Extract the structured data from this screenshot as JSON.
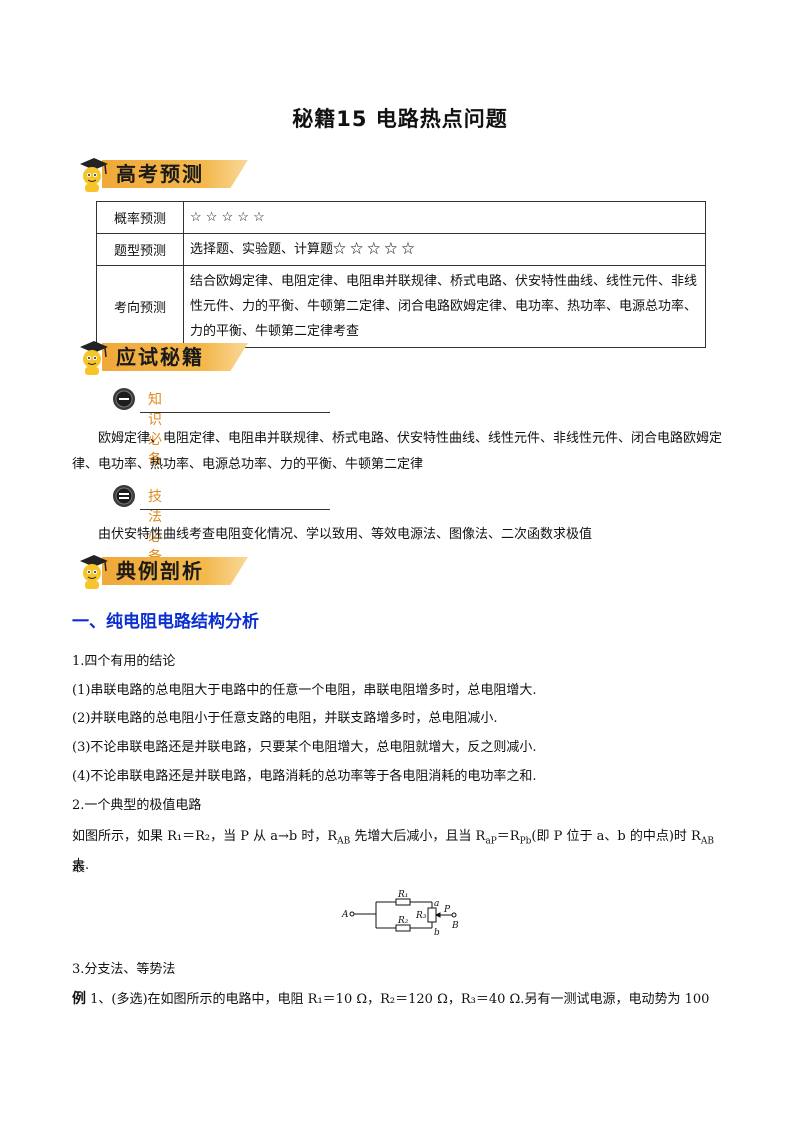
{
  "title": "秘籍15  电路热点问题",
  "banners": {
    "gaokao": "高考预测",
    "yingshi": "应试秘籍",
    "dianli": "典例剖析"
  },
  "prediction_table": {
    "rows": [
      {
        "head": "概率预测",
        "content": "☆ ☆ ☆ ☆ ☆"
      },
      {
        "head": "题型预测",
        "content": "选择题、实验题、计算题☆ ☆ ☆ ☆ ☆"
      },
      {
        "head": "考向预测",
        "content": "结合欧姆定律、电阻定律、电阻串并联规律、桥式电路、伏安特性曲线、线性元件、非线性元件、力的平衡、牛顿第二定律、闭合电路欧姆定律、电功率、热功率、电源总功率、力的平衡、牛顿第二定律考查"
      }
    ]
  },
  "knowledge": {
    "label": "知识必备",
    "text": "欧姆定律、电阻定律、电阻串并联规律、桥式电路、伏安特性曲线、线性元件、非线性元件、闭合电路欧姆定律、电功率、热功率、电源总功率、力的平衡、牛顿第二定律"
  },
  "skills": {
    "label": "技法必备",
    "text": "由伏安特性曲线考查电阻变化情况、学以致用、等效电源法、图像法、二次函数求极值"
  },
  "section1": {
    "heading": "一、纯电阻电路结构分析",
    "l1": "1.四个有用的结论",
    "l2": "(1)串联电路的总电阻大于电路中的任意一个电阻，串联电阻增多时，总电阻增大.",
    "l3": "(2)并联电路的总电阻小于任意支路的电阻，并联支路增多时，总电阻减小.",
    "l4": "(3)不论串联电路还是并联电路，只要某个电阻增大，总电阻就增大，反之则减小.",
    "l5": "(4)不论串联电路还是并联电路，电路消耗的总功率等于各电阻消耗的电功率之和.",
    "l6": "2.一个典型的极值电路",
    "l7a": "如图所示，如果 R₁＝R₂，当 P 从 a→b 时，R",
    "l7b": "AB",
    "l7c": " 先增大后减小，且当 R",
    "l7d": "aP",
    "l7e": "＝R",
    "l7f": "Pb",
    "l7g": "(即 P 位于 a、b 的中点)时 R",
    "l7h": "AB",
    "l7i": " 最",
    "l8": "大.",
    "l9": "3.分支法、等势法",
    "ex_bold": "例",
    "ex_text": " 1、(多选)在如图所示的电路中，电阻 R₁＝10 Ω，R₂＝120 Ω，R₃＝40 Ω.另有一测试电源，电动势为 100"
  },
  "circuit": {
    "A": "A",
    "B": "B",
    "R1": "R₁",
    "R2": "R₂",
    "R3": "R₃",
    "a": "a",
    "b": "b",
    "P": "P"
  }
}
